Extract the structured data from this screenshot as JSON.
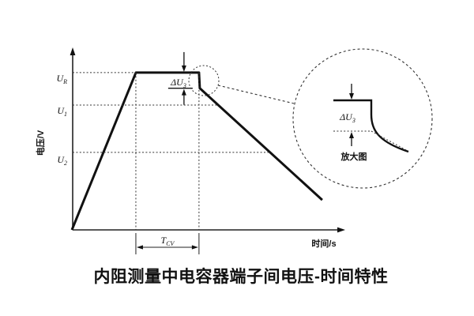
{
  "title": "内阻测量中电容器端子间电压-时间特性",
  "axes": {
    "y_label": "电压/V",
    "x_label": "时间/s",
    "y_ticks": [
      {
        "base": "U",
        "sub": "R"
      },
      {
        "base": "U",
        "sub": "1"
      },
      {
        "base": "U",
        "sub": "2"
      }
    ]
  },
  "annotations": {
    "delta_u": {
      "base": "ΔU",
      "sub": "3"
    },
    "tcv": {
      "base": "T",
      "sub": "CV"
    },
    "magnifier": {
      "delta_u": {
        "base": "ΔU",
        "sub": "3"
      },
      "label": "放大图"
    }
  },
  "colors": {
    "ink": "#111111",
    "background": "#ffffff"
  },
  "chart_data": {
    "type": "line",
    "title": "内阻测量中电容器端子间电压-时间特性",
    "xlabel": "时间/s",
    "ylabel": "电压/V",
    "x_range": [
      0,
      1
    ],
    "y_range": [
      0,
      1
    ],
    "grid": false,
    "legend": "none",
    "series": [
      {
        "name": "capacitor-terminal-voltage",
        "points_normalized": [
          [
            0,
            0
          ],
          [
            0.234,
            0.877
          ],
          [
            0.465,
            0.877
          ],
          [
            0.468,
            0.79
          ],
          [
            0.916,
            0.167
          ]
        ],
        "segments": [
          "constant-current-charge-ramp",
          "constant-voltage-hold",
          "instantaneous-drop-dU3-at-discharge-start",
          "linear-discharge-decline"
        ]
      }
    ],
    "reference_levels": [
      {
        "label": "U_R",
        "y": 0.877,
        "x_end": 0.234
      },
      {
        "label": "U_1",
        "y": 0.696,
        "x_end": 0.538
      },
      {
        "label": "U_2",
        "y": 0.432,
        "x_end": 0.724
      }
    ],
    "intervals": [
      {
        "label": "T_CV",
        "x_start": 0.234,
        "x_end": 0.465
      }
    ],
    "drop_annotation": {
      "label": "ΔU_3",
      "at_x": 0.465,
      "from_y": 0.877,
      "to_y": 0.79
    }
  }
}
